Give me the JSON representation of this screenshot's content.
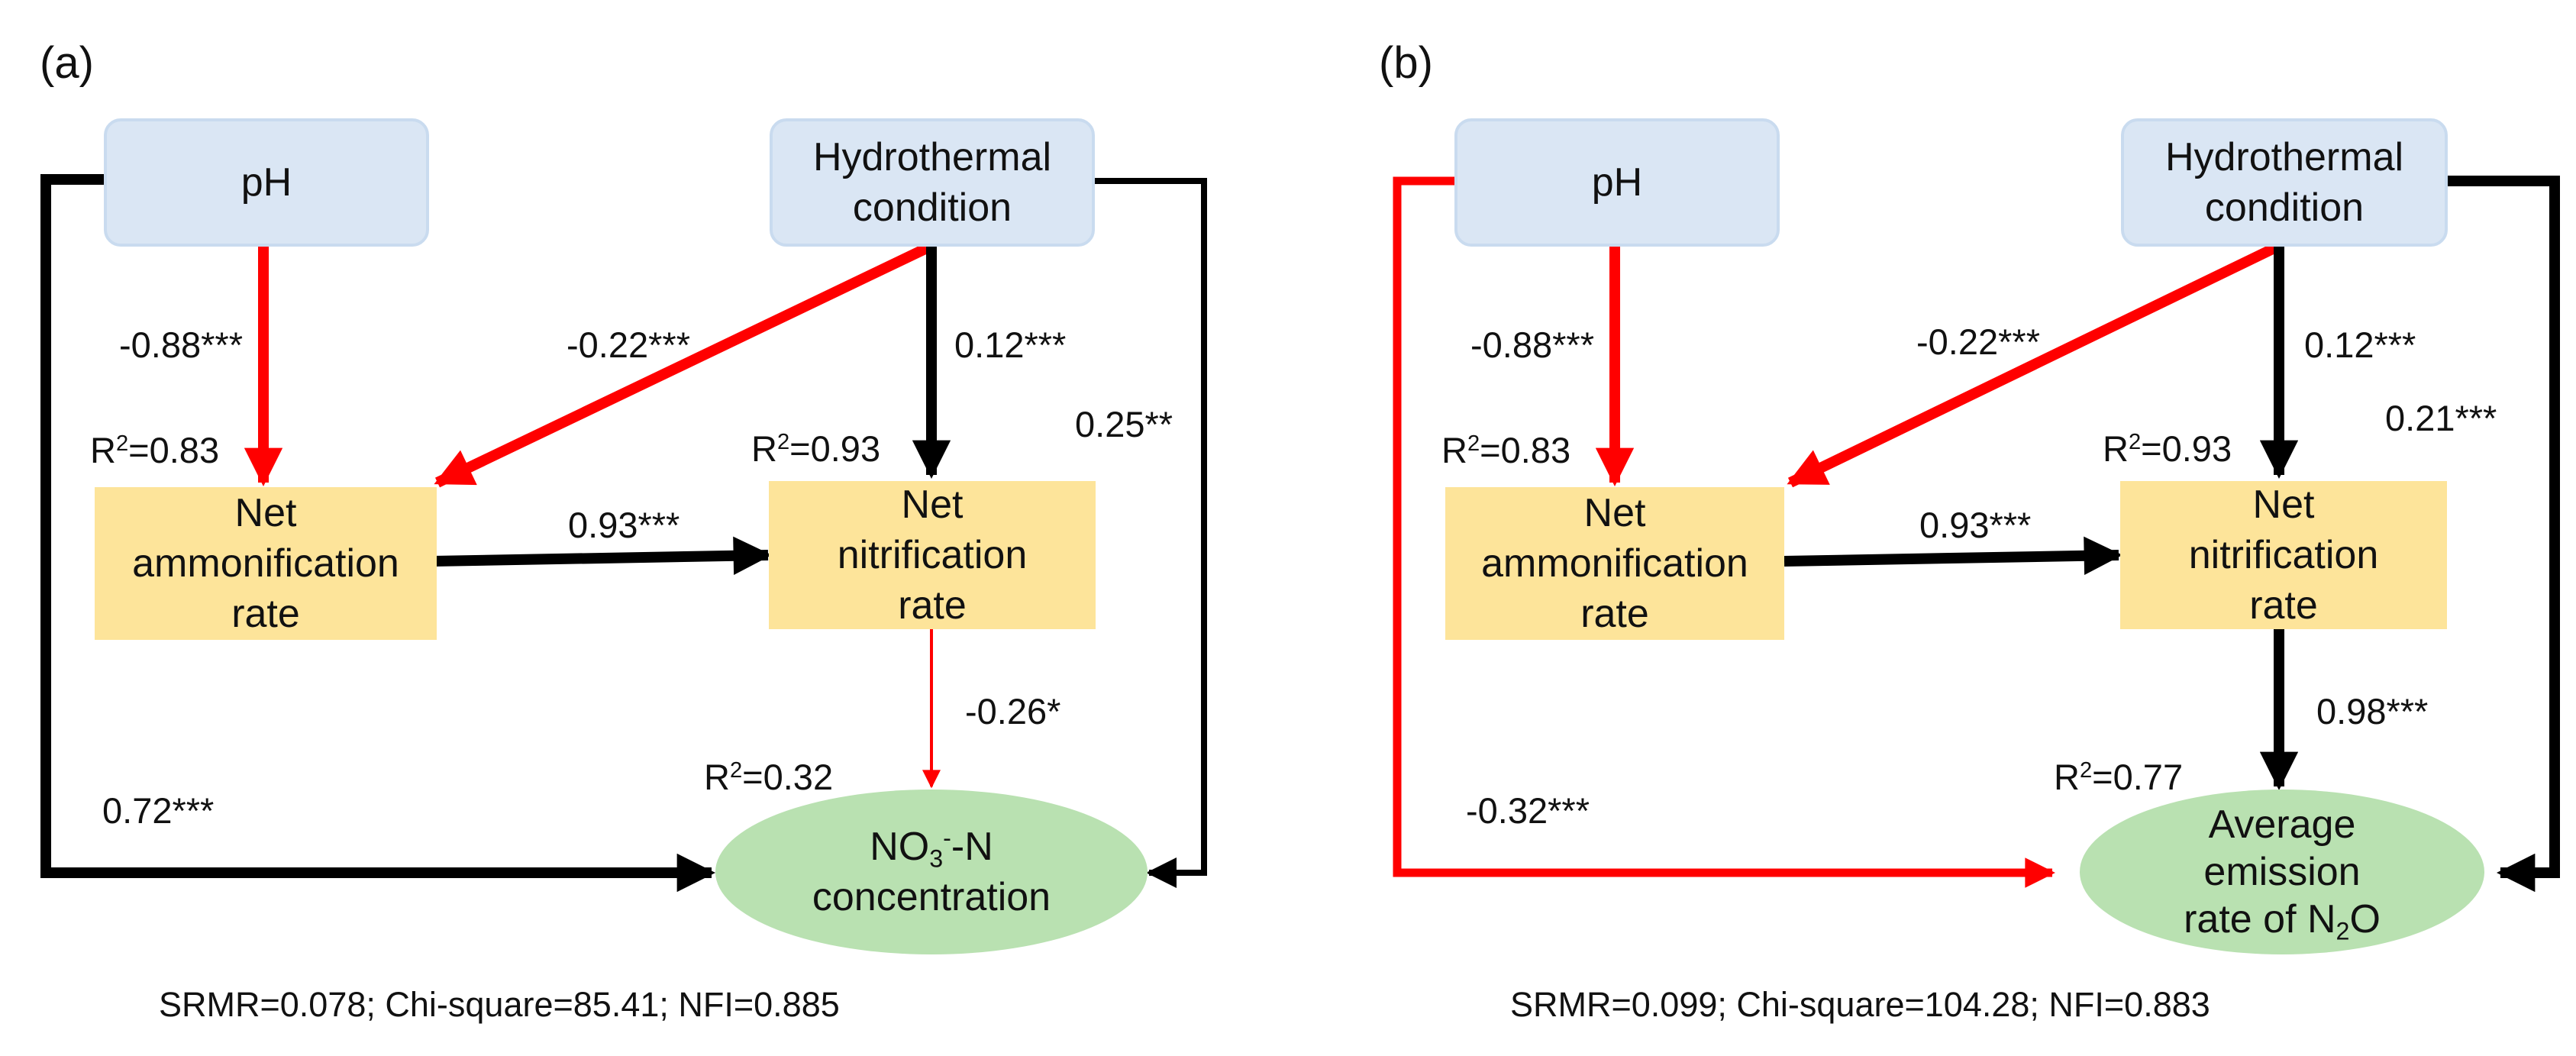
{
  "panels": [
    {
      "tag": "(a)",
      "nodes": {
        "ph": {
          "lines": [
            "pH"
          ]
        },
        "hydro": {
          "lines": [
            "Hydrothermal",
            "condition"
          ]
        },
        "ammon": {
          "lines": [
            "Net",
            "ammonification",
            "rate"
          ]
        },
        "nitri": {
          "lines": [
            "Net",
            "nitrification",
            "rate"
          ]
        },
        "outcome": {
          "line1_main": "NO",
          "line1_sub": "3",
          "line1_sup": "-",
          "line1_tail": "-N",
          "line2": "concentration"
        }
      },
      "r2": {
        "ammon": {
          "prefix": "R",
          "sup": "2",
          "value": "=0.83"
        },
        "nitri": {
          "prefix": "R",
          "sup": "2",
          "value": "=0.93"
        },
        "outcome": {
          "prefix": "R",
          "sup": "2",
          "value": "=0.32"
        }
      },
      "paths": {
        "ph_ammon": {
          "label": "-0.88***",
          "sign": "negative"
        },
        "hydro_ammon": {
          "label": "-0.22***",
          "sign": "negative"
        },
        "hydro_nitri": {
          "label": "0.12***",
          "sign": "positive"
        },
        "hydro_outcome": {
          "label": "0.25**",
          "sign": "positive"
        },
        "ammon_nitri": {
          "label": "0.93***",
          "sign": "positive"
        },
        "nitri_outcome": {
          "label": "-0.26*",
          "sign": "negative"
        },
        "ph_outcome": {
          "label": "0.72***",
          "sign": "positive"
        }
      },
      "fit": "SRMR=0.078; Chi-square=85.41; NFI=0.885"
    },
    {
      "tag": "(b)",
      "nodes": {
        "ph": {
          "lines": [
            "pH"
          ]
        },
        "hydro": {
          "lines": [
            "Hydrothermal",
            "condition"
          ]
        },
        "ammon": {
          "lines": [
            "Net",
            "ammonification",
            "rate"
          ]
        },
        "nitri": {
          "lines": [
            "Net",
            "nitrification",
            "rate"
          ]
        },
        "outcome": {
          "line1": "Average",
          "line2": "emission",
          "line3_main": "rate of N",
          "line3_sub": "2",
          "line3_tail": "O"
        }
      },
      "r2": {
        "ammon": {
          "prefix": "R",
          "sup": "2",
          "value": "=0.83"
        },
        "nitri": {
          "prefix": "R",
          "sup": "2",
          "value": "=0.93"
        },
        "outcome": {
          "prefix": "R",
          "sup": "2",
          "value": "=0.77"
        }
      },
      "paths": {
        "ph_ammon": {
          "label": "-0.88***",
          "sign": "negative"
        },
        "hydro_ammon": {
          "label": "-0.22***",
          "sign": "negative"
        },
        "hydro_nitri": {
          "label": "0.12***",
          "sign": "positive"
        },
        "hydro_outcome": {
          "label": "0.21***",
          "sign": "positive"
        },
        "ammon_nitri": {
          "label": "0.93***",
          "sign": "positive"
        },
        "nitri_outcome": {
          "label": "0.98***",
          "sign": "positive"
        },
        "ph_outcome": {
          "label": "-0.32***",
          "sign": "negative"
        }
      },
      "fit": "SRMR=0.099; Chi-square=104.28; NFI=0.883"
    }
  ],
  "colors": {
    "positive_path": "#000000",
    "negative_path": "#ff0000",
    "input_node": "#dae6f4",
    "mediator_node": "#fde49a",
    "outcome_node": "#b9e1b1"
  }
}
